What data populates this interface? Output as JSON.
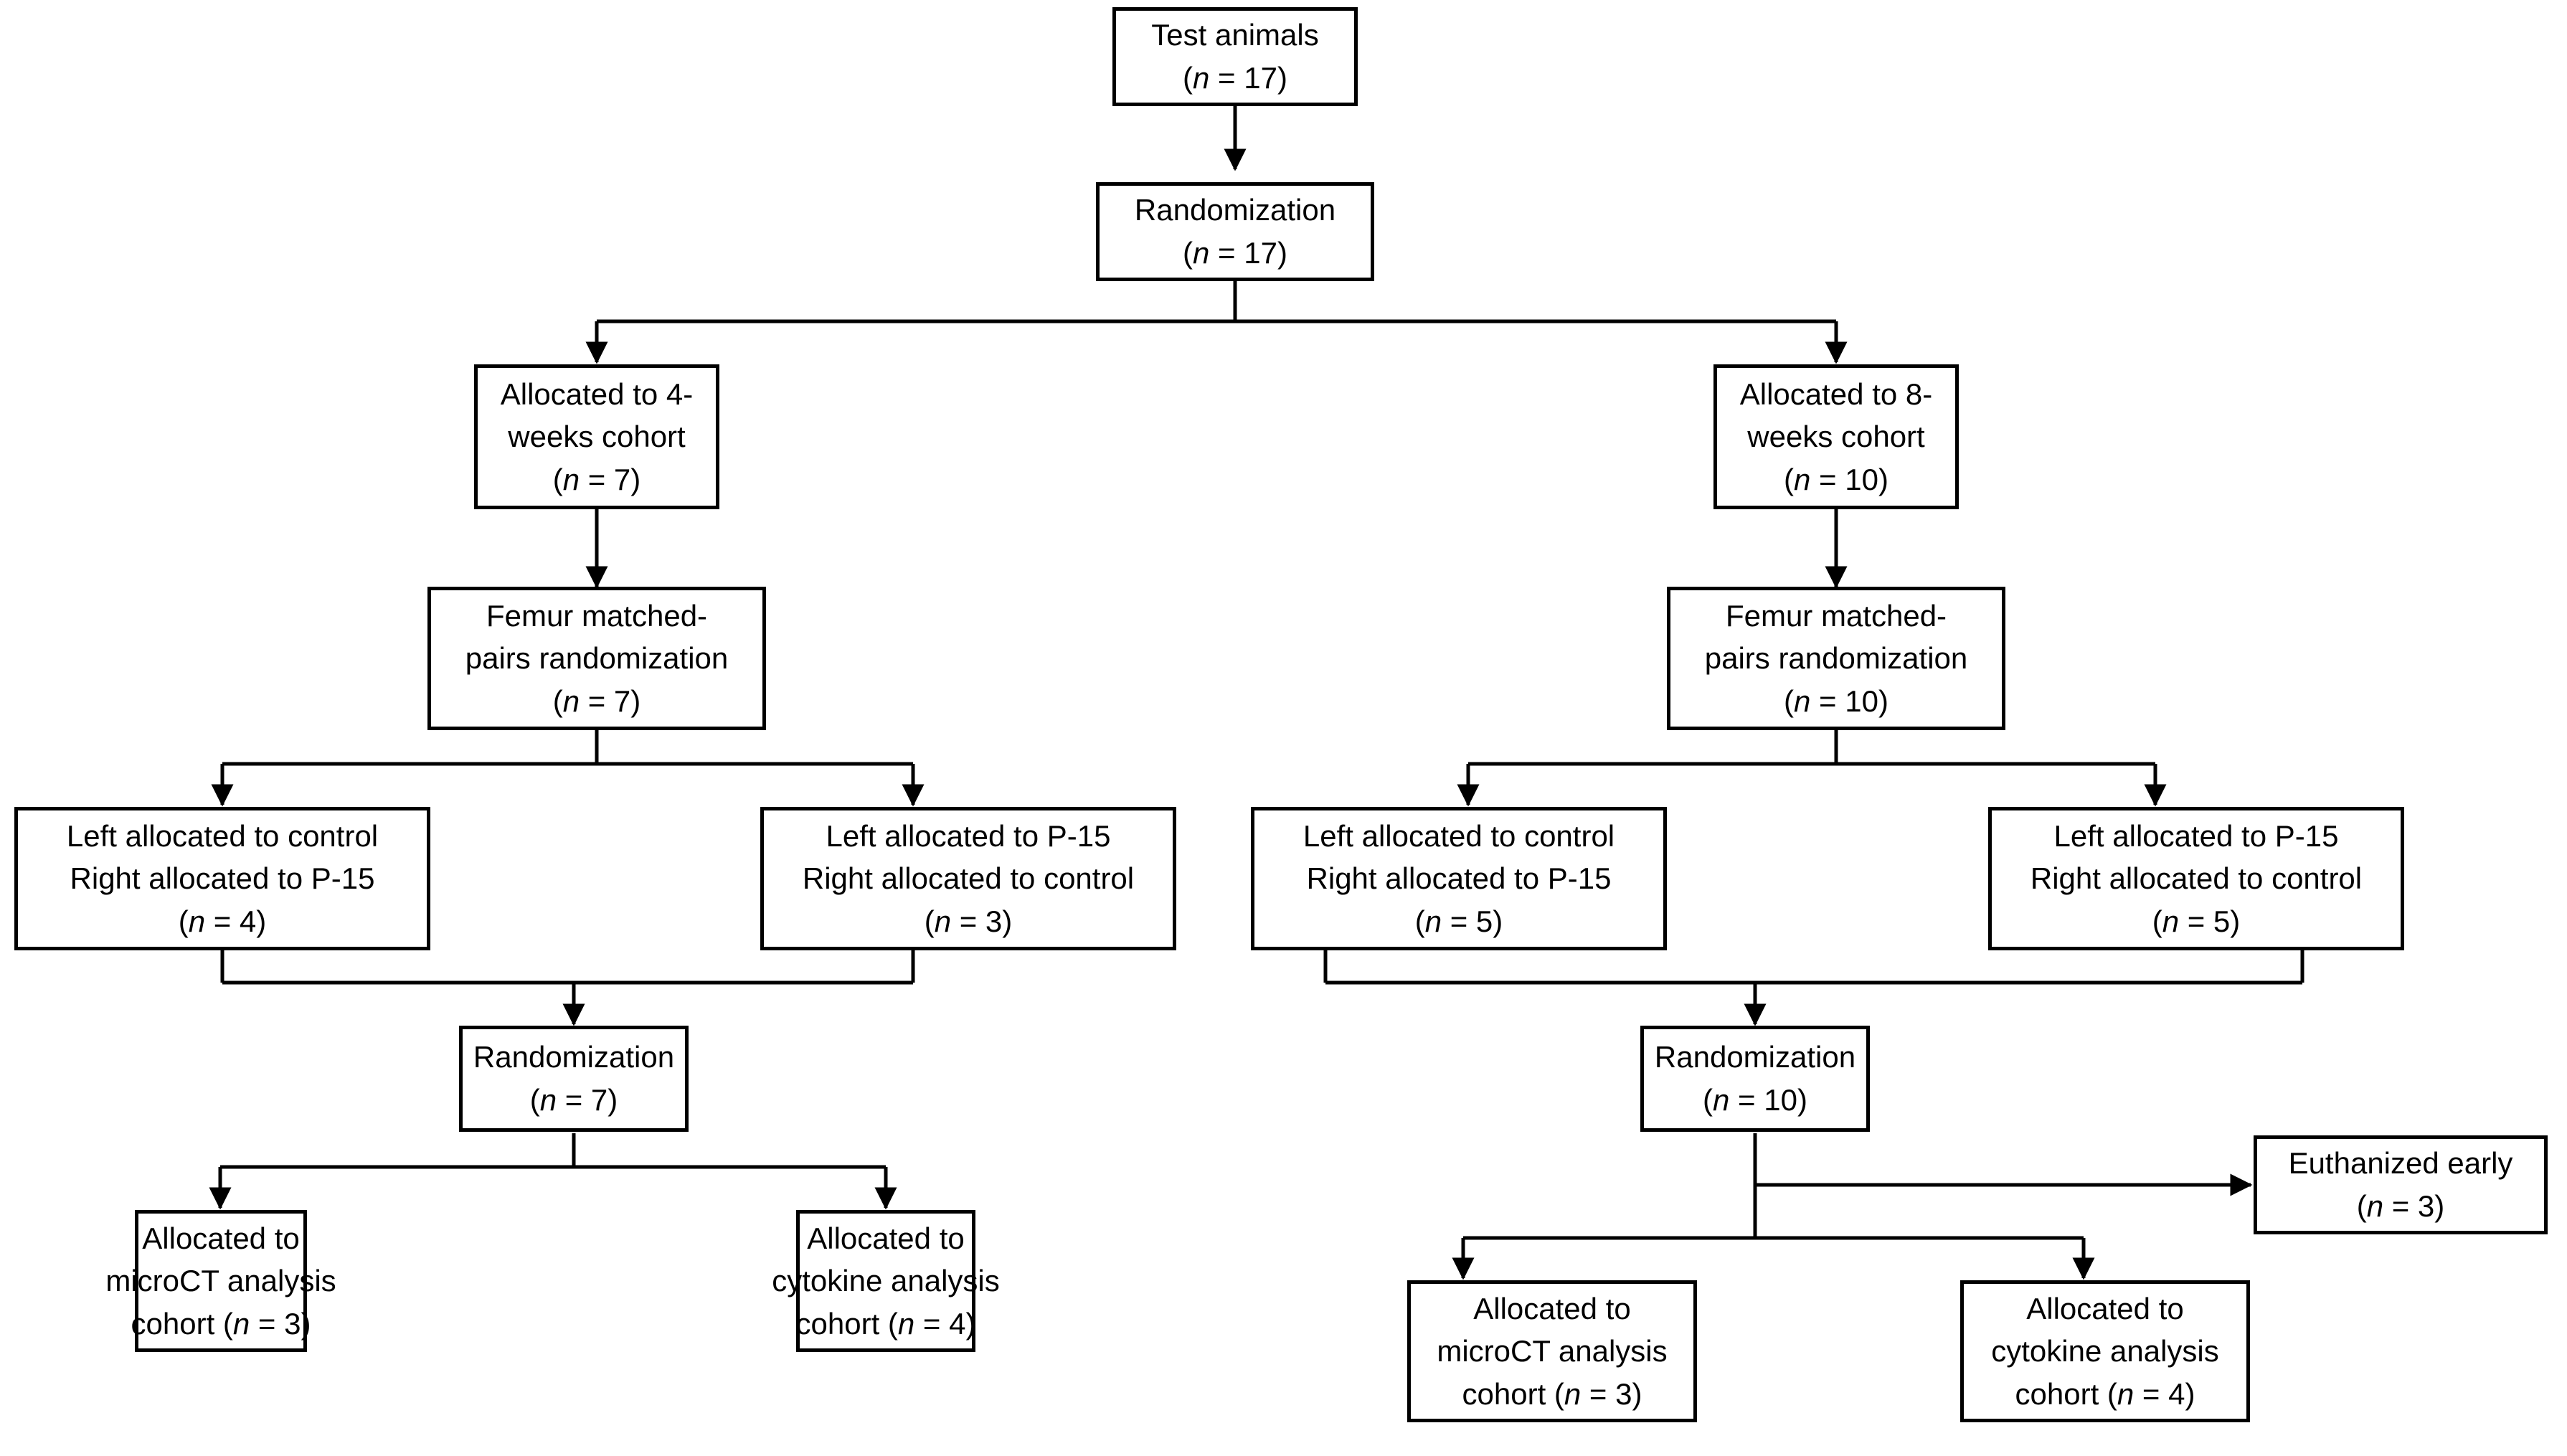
{
  "diagram": {
    "title": "Test animal allocation flow diagram",
    "line_color": "#000000",
    "box_border_color": "#000000",
    "box_fill_color": "#ffffff",
    "text_color": "#000000"
  },
  "nodes": {
    "test_animals": {
      "line1": "Test animals",
      "n_prefix": "(",
      "n_symbol": "n",
      "n_value": " = 17)"
    },
    "randomization_top": {
      "line1": "Randomization",
      "n_prefix": "(",
      "n_symbol": "n",
      "n_value": " = 17)"
    },
    "cohort_4w": {
      "line1": "Allocated to 4-",
      "line2": "weeks cohort",
      "n_prefix": "(",
      "n_symbol": "n",
      "n_value": " = 7)"
    },
    "cohort_8w": {
      "line1": "Allocated to 8-",
      "line2": "weeks cohort",
      "n_prefix": "(",
      "n_symbol": "n",
      "n_value": " = 10)"
    },
    "femur_4w": {
      "line1": "Femur matched-",
      "line2": "pairs randomization",
      "n_prefix": "(",
      "n_symbol": "n",
      "n_value": " = 7)"
    },
    "femur_8w": {
      "line1": "Femur matched-",
      "line2": "pairs randomization",
      "n_prefix": "(",
      "n_symbol": "n",
      "n_value": " = 10)"
    },
    "alloc_4w_left_control": {
      "line1": "Left allocated to control",
      "line2": "Right allocated to P-15",
      "n_prefix": "(",
      "n_symbol": "n",
      "n_value": " = 4)"
    },
    "alloc_4w_left_p15": {
      "line1": "Left allocated to P-15",
      "line2": "Right allocated to control",
      "n_prefix": "(",
      "n_symbol": "n",
      "n_value": " = 3)"
    },
    "alloc_8w_left_control": {
      "line1": "Left allocated to control",
      "line2": "Right allocated to P-15",
      "n_prefix": "(",
      "n_symbol": "n",
      "n_value": " = 5)"
    },
    "alloc_8w_left_p15": {
      "line1": "Left allocated to P-15",
      "line2": "Right allocated to control",
      "n_prefix": "(",
      "n_symbol": "n",
      "n_value": " = 5)"
    },
    "randomization_4w": {
      "line1": "Randomization",
      "n_prefix": "(",
      "n_symbol": "n",
      "n_value": " = 7)"
    },
    "randomization_8w": {
      "line1": "Randomization",
      "n_prefix": "(",
      "n_symbol": "n",
      "n_value": " = 10)"
    },
    "microct_4w": {
      "line1": "Allocated to",
      "line2": "microCT analysis",
      "line3_prefix": "cohort (",
      "n_symbol": "n",
      "n_value": " = 3)"
    },
    "cytokine_4w": {
      "line1": "Allocated to",
      "line2": "cytokine analysis",
      "line3_prefix": "cohort (",
      "n_symbol": "n",
      "n_value": " = 4)"
    },
    "microct_8w": {
      "line1": "Allocated to",
      "line2": "microCT analysis",
      "line3_prefix": "cohort (",
      "n_symbol": "n",
      "n_value": " = 3)"
    },
    "cytokine_8w": {
      "line1": "Allocated to",
      "line2": "cytokine analysis",
      "line3_prefix": "cohort (",
      "n_symbol": "n",
      "n_value": " = 4)"
    },
    "euthanized_early": {
      "line1": "Euthanized early",
      "n_prefix": "(",
      "n_symbol": "n",
      "n_value": " = 3)"
    }
  }
}
